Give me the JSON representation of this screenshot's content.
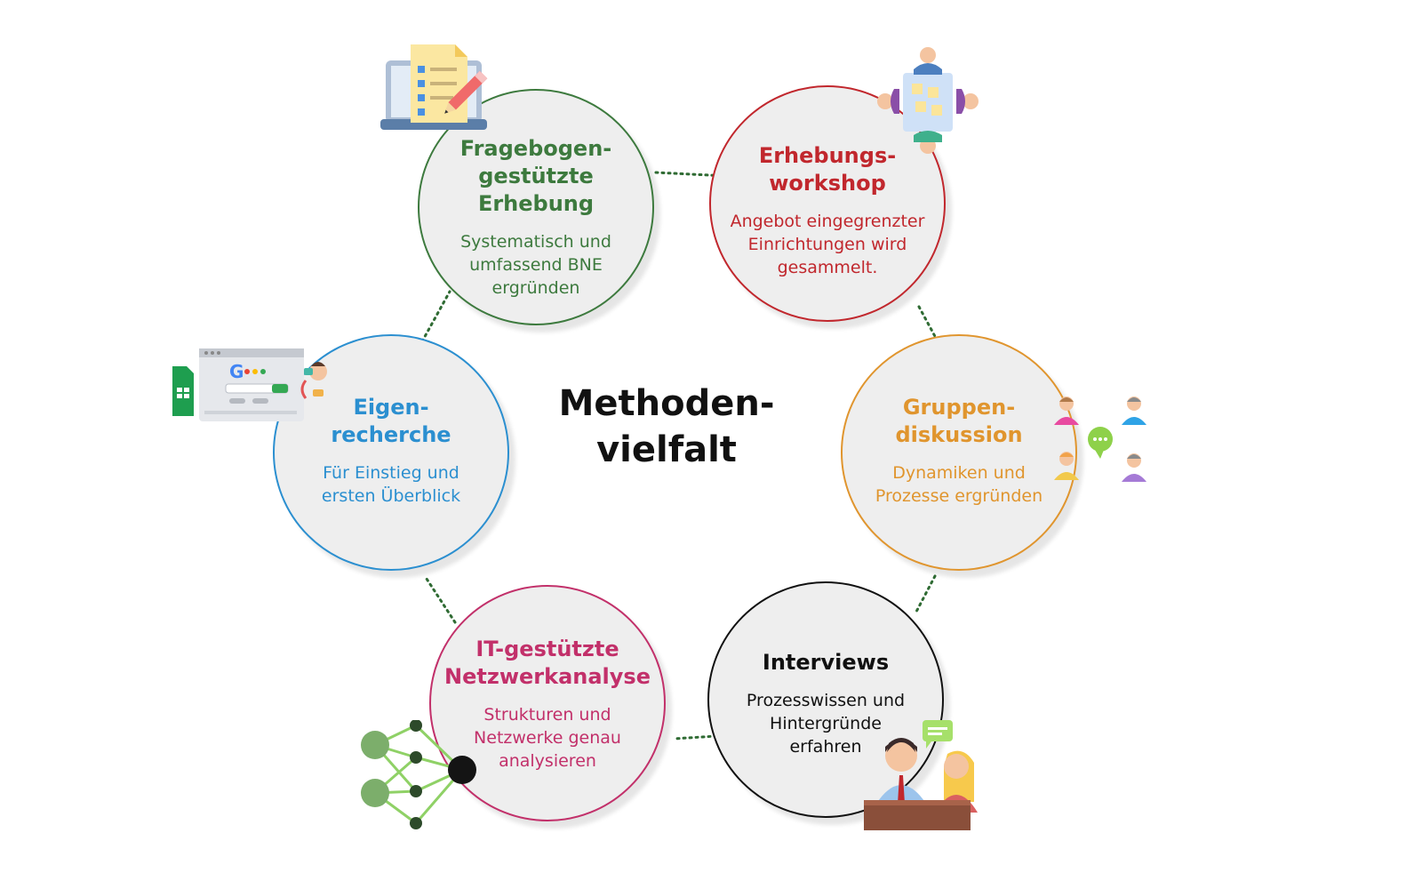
{
  "center": {
    "line1": "Methoden-",
    "line2": "vielfalt"
  },
  "nodes": [
    {
      "id": "fragebogen",
      "title": [
        "Fragebogen-",
        "gestützte",
        "Erhebung"
      ],
      "desc": [
        "Systematisch und",
        "umfassend BNE",
        "ergründen"
      ],
      "color": "#3d7a3e"
    },
    {
      "id": "workshop",
      "title": [
        "Erhebungs-",
        "workshop"
      ],
      "desc": [
        "Angebot eingegrenzter",
        "Einrichtungen wird",
        "gesammelt."
      ],
      "color": "#c1272d"
    },
    {
      "id": "eigenrecherche",
      "title": [
        "Eigen-",
        "recherche"
      ],
      "desc": [
        "Für Einstieg und",
        "ersten Überblick"
      ],
      "color": "#2b8fd0"
    },
    {
      "id": "gruppendiskussion",
      "title": [
        "Gruppen-",
        "diskussion"
      ],
      "desc": [
        "Dynamiken und",
        "Prozesse ergründen"
      ],
      "color": "#e0952e"
    },
    {
      "id": "netzwerkanalyse",
      "title": [
        "IT-gestützte",
        "Netzwerkanalyse"
      ],
      "desc": [
        "Strukturen und",
        "Netzwerke genau",
        "analysieren"
      ],
      "color": "#c2306a"
    },
    {
      "id": "interviews",
      "title": [
        "Interviews"
      ],
      "desc": [
        "Prozesswissen und",
        "Hintergründe",
        "erfahren"
      ],
      "color": "#111111"
    }
  ],
  "icons": [
    "questionnaire-icon",
    "workshop-board-icon",
    "web-research-icon",
    "group-discussion-icon",
    "neural-network-icon",
    "interview-icon"
  ],
  "connector_color": "#2f6b33"
}
